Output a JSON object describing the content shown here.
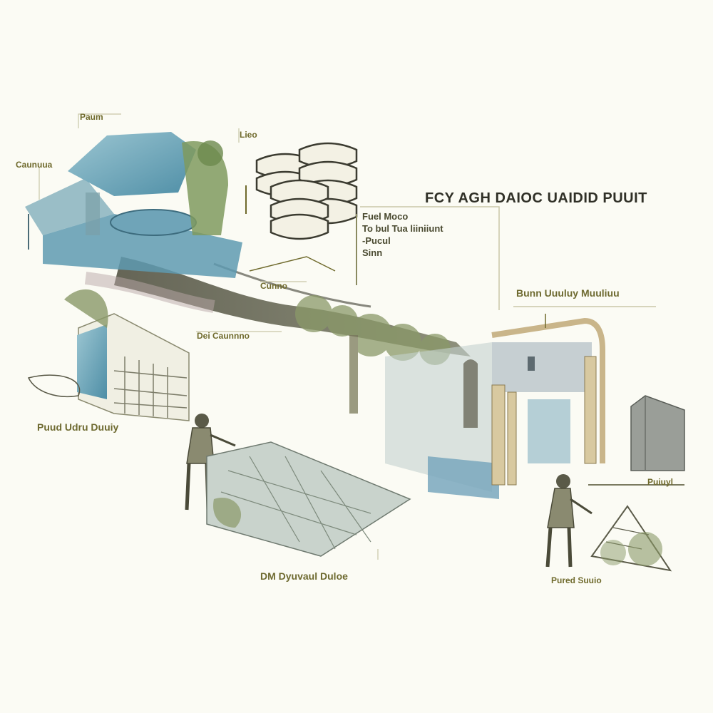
{
  "title": "FCY AGH DAIOC UAIDID PUUIT",
  "notes": [
    "Fuel Moco",
    "To bul Tua liiniiunt",
    "-Pucul",
    "Sinn"
  ],
  "labels": {
    "top_left": "Paum",
    "top_center": "Lieo",
    "left": "Caunuua",
    "mid_bridge": "Dei Caunnno",
    "bridge_lower": "Cunno",
    "right_header": "Bunn Uuuluy Muuliuu",
    "left_building": "Puud Udru Duuiy",
    "field": "DM Dyuvaul Duloe",
    "right_small": "Puiuyl",
    "gardener_right": "Pured Suuio"
  },
  "colors": {
    "background": "#fbfbf4",
    "water_blue": "#6fa4b8",
    "foliage_green": "#8a9968",
    "label_olive": "#6f6a2c",
    "ink": "#3b3b30"
  }
}
